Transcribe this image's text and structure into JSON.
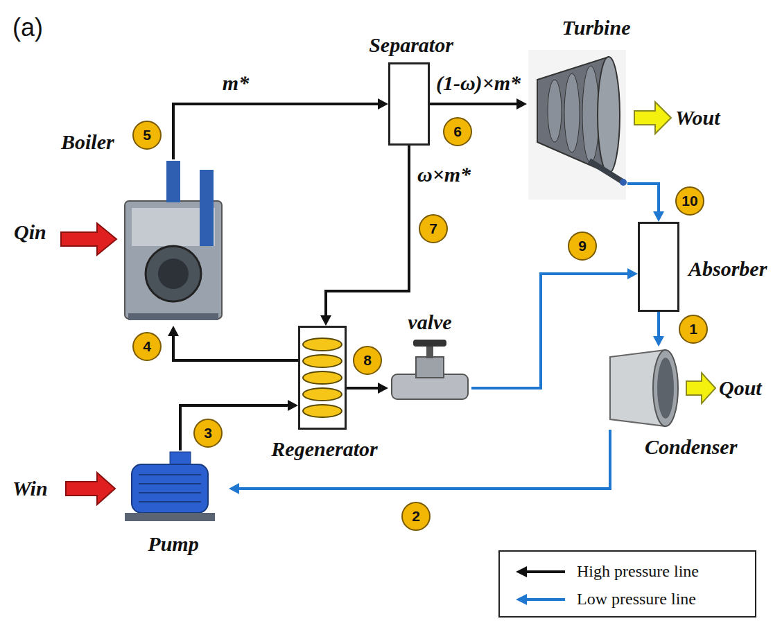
{
  "diagram": {
    "nodes": [
      {
        "text": [
          "Separator"
        ]
      },
      {
        "text": [
          "Turbine"
        ]
      },
      {
        "text": [
          "Boiler"
        ]
      },
      {
        "text": [
          "Absorber"
        ]
      },
      {
        "text": [
          "Regenerator"
        ]
      },
      {
        "text": [
          "valve"
        ]
      },
      {
        "text": [
          "Condenser"
        ]
      },
      {
        "text": [
          "Pump"
        ]
      }
    ],
    "edges": [
      {
        "from": 2,
        "to": 0,
        "arrow": "to"
      },
      {
        "from": 0,
        "to": 1,
        "arrow": "to"
      },
      {
        "from": 0,
        "to": 4,
        "arrow": "to"
      },
      {
        "from": 1,
        "to": 3,
        "arrow": "to"
      },
      {
        "from": 4,
        "to": 5,
        "arrow": "to"
      },
      {
        "from": 5,
        "to": 3,
        "arrow": "to"
      },
      {
        "from": 3,
        "to": 6,
        "arrow": "to"
      },
      {
        "from": 6,
        "to": 7,
        "arrow": "to"
      },
      {
        "from": 7,
        "to": 4,
        "arrow": "to"
      },
      {
        "from": 4,
        "to": 2,
        "arrow": "to"
      }
    ],
    "labels": [
      "(a)",
      "m*",
      "5",
      "(1-ω)×m*",
      "6",
      "ω×m*",
      "7",
      "Qin",
      "4",
      "10",
      "9",
      "Wout",
      "8",
      "3",
      "1",
      "Qout",
      "Win",
      "2"
    ],
    "legend": [
      {
        "text": "High pressure line"
      },
      {
        "text": "Low pressure line"
      }
    ]
  }
}
